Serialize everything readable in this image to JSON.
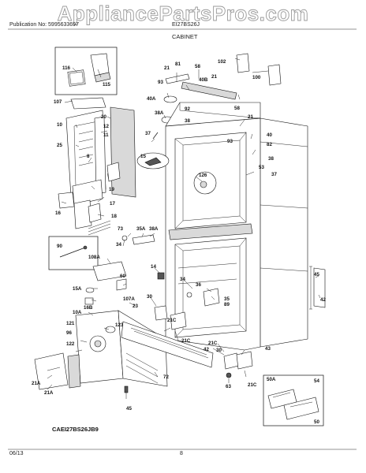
{
  "watermark": "AppliancePartsPros.com",
  "header": {
    "publication": "Publication No: 5995633697",
    "model": "EI27BS26J"
  },
  "title": "CABINET",
  "footer": {
    "date": "06/13",
    "page_number": "8"
  },
  "diagram_code": "CAEI27BS26JB9",
  "callouts": [
    "116",
    "115",
    "102",
    "100",
    "81",
    "58",
    "21",
    "40B",
    "21",
    "93",
    "40A",
    "92",
    "38A",
    "38",
    "107",
    "20",
    "12",
    "10",
    "11",
    "25",
    "8",
    "37",
    "15",
    "126",
    "93",
    "58",
    "21",
    "40",
    "82",
    "38",
    "53",
    "37",
    "19",
    "17",
    "16",
    "18",
    "73",
    "35A",
    "38A",
    "34",
    "90",
    "108A",
    "14",
    "60",
    "15A",
    "16B",
    "10A",
    "107A",
    "30",
    "23",
    "34",
    "36",
    "35",
    "89",
    "45",
    "42",
    "121",
    "123",
    "21C",
    "96",
    "122",
    "21C",
    "21A",
    "21A",
    "72",
    "21C",
    "42",
    "30",
    "43",
    "63",
    "21C",
    "50A",
    "54",
    "50",
    "45"
  ]
}
